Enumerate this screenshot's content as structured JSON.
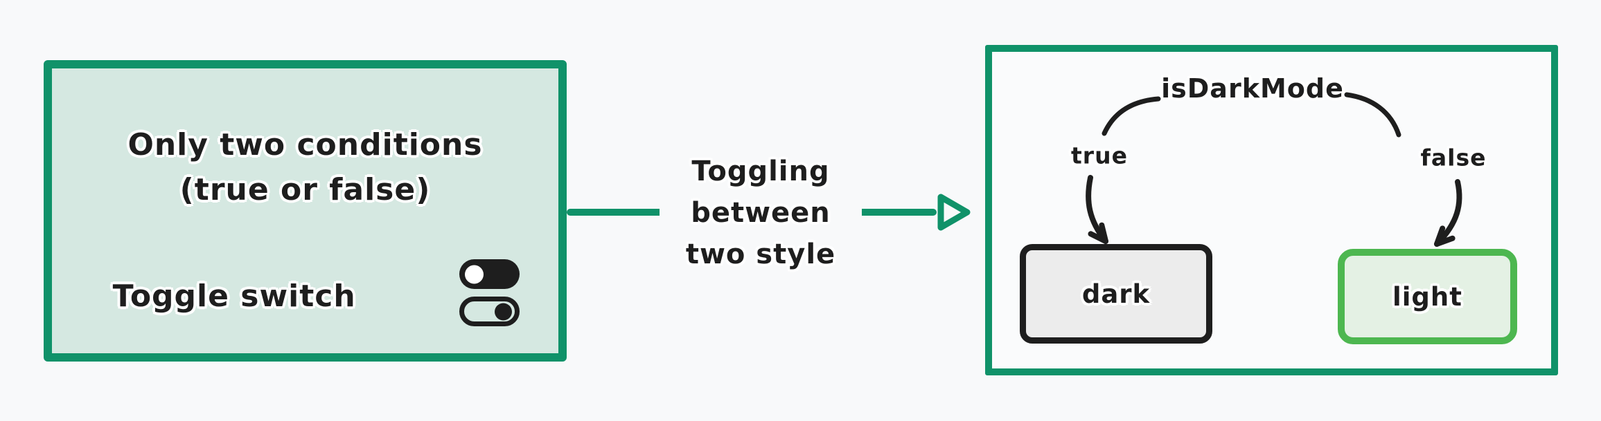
{
  "left_card": {
    "line1": "Only two conditions",
    "line2": "(true or false)",
    "toggle_label": "Toggle switch",
    "icons": [
      "toggle-on-icon",
      "toggle-off-icon"
    ]
  },
  "arrow_caption": {
    "line1": "Toggling",
    "line2": "between",
    "line3": "two style"
  },
  "right_card": {
    "variable": "isDarkMode",
    "true_label": "true",
    "false_label": "false",
    "dark_label": "dark",
    "light_label": "light"
  },
  "colors": {
    "page_bg": "#f8f9fa",
    "teal_green": "#109269",
    "bright_green": "#4db750",
    "ink": "#1e1e1e",
    "left_card_bg": "#d5e8e1",
    "dark_box_bg": "#ececec",
    "light_box_bg": "#e4f1e4",
    "right_card_bg": "#fafbfc"
  }
}
